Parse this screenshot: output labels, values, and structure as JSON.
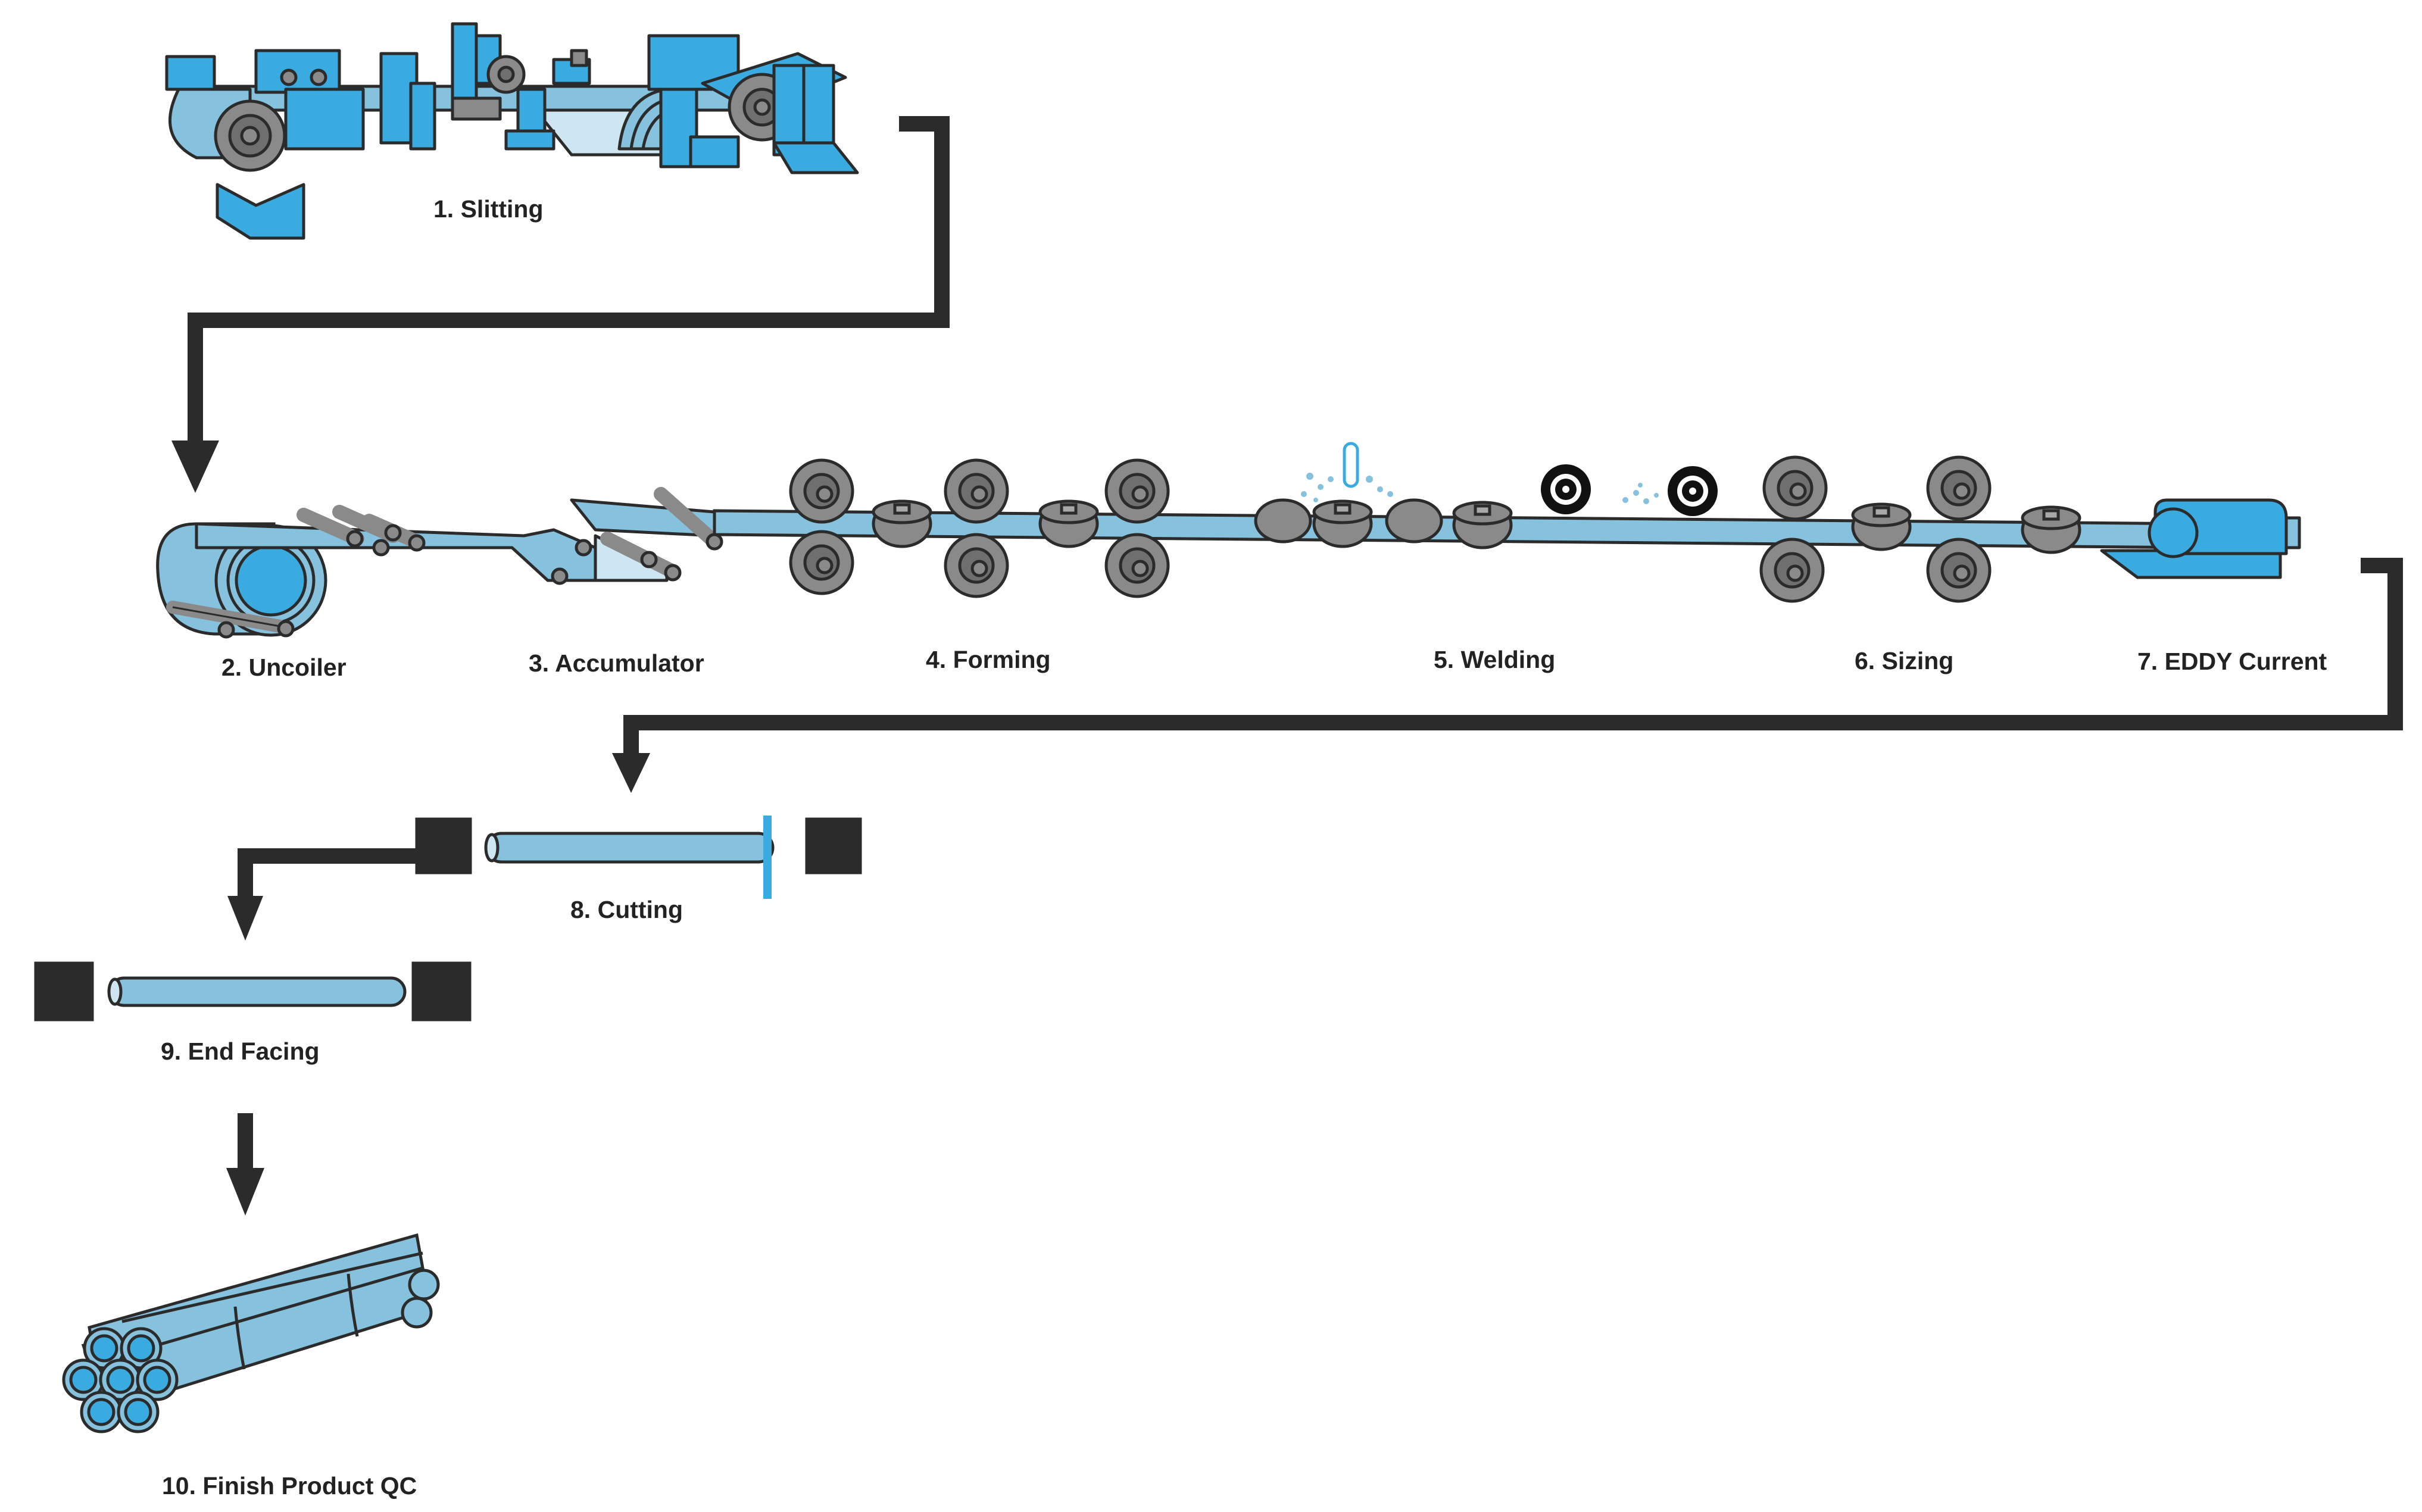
{
  "colors": {
    "ink": "#2b2b2b",
    "machine_blue": "#3aabe0",
    "pipe_blue": "#86c2de",
    "pipe_light": "#cde6f2",
    "roller_gray": "#8a8a8a",
    "roller_dark": "#6f6f6f",
    "label": "#222222"
  },
  "steps": [
    {
      "id": "slitting",
      "label": "1. Slitting",
      "icon": "slitting-machine-icon"
    },
    {
      "id": "uncoiler",
      "label": "2. Uncoiler",
      "icon": "uncoiler-coil-icon"
    },
    {
      "id": "accumulator",
      "label": "3. Accumulator",
      "icon": "accumulator-rollers-icon"
    },
    {
      "id": "forming",
      "label": "4. Forming",
      "icon": "forming-rollers-icon"
    },
    {
      "id": "welding",
      "label": "5. Welding",
      "icon": "welding-torch-icon"
    },
    {
      "id": "sizing",
      "label": "6. Sizing",
      "icon": "sizing-rollers-icon"
    },
    {
      "id": "eddy",
      "label": "7. EDDY Current",
      "icon": "eddy-current-tester-icon"
    },
    {
      "id": "cutting",
      "label": "8. Cutting",
      "icon": "cutting-saw-icon"
    },
    {
      "id": "endfacing",
      "label": "9. End Facing",
      "icon": "end-facing-icon"
    },
    {
      "id": "finish",
      "label": "10. Finish Product QC",
      "icon": "pipe-bundle-icon"
    }
  ]
}
